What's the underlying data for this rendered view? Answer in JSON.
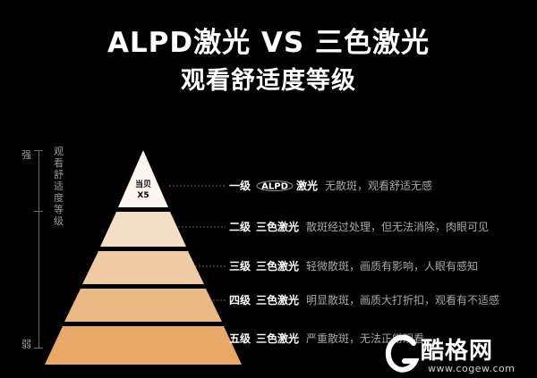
{
  "title": {
    "line1": "ALPD激光 VS 三色激光",
    "line2": "观看舒适度等级"
  },
  "axis": {
    "label": "观看舒适度等级",
    "top": "强",
    "bottom": "弱"
  },
  "pyramid": {
    "apex_brand_line1": "当贝",
    "apex_brand_line2": "X5",
    "tier_colors": [
      "#fcf6ee",
      "#f4dfc6",
      "#efcba4",
      "#eab883",
      "#e8a868"
    ]
  },
  "levels": [
    {
      "name": "一级",
      "logo": "ALPD",
      "type": "激光",
      "desc": "无散斑，观看舒适无感"
    },
    {
      "name": "二级",
      "type": "三色激光",
      "desc": "散斑经过处理，但无法消除，肉眼可见"
    },
    {
      "name": "三级",
      "type": "三色激光",
      "desc": "轻微散斑，画质有影响，人眼有感知"
    },
    {
      "name": "四级",
      "type": "三色激光",
      "desc": "明显散斑，画质大打折扣，观看有不适感"
    },
    {
      "name": "五级",
      "type": "三色激光",
      "desc": "严重散斑，无法正常观看"
    }
  ],
  "watermark": {
    "logo_letter": "G",
    "text": "酷格网",
    "url": "www.cogew.com"
  }
}
